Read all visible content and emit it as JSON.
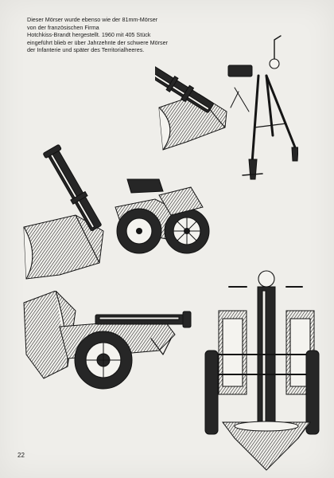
{
  "caption": {
    "lines": [
      "Dieser Mörser wurde ebenso wie der 81mm-Mörser",
      "von der französischen Firma",
      "Hotchkiss-Brandt hergestellt. 1960 mit 405 Stück",
      "eingeführt blieb er über Jahrzehnte der schwere Mörser",
      "der Infanterie und später des Territorialheeres."
    ]
  },
  "page_number": "22",
  "illustrations": [
    "mortar-on-tripod-with-baseplate",
    "mortar-on-wheeled-carriage-firing-position",
    "mortar-on-wheeled-carriage-towed-position",
    "mortar-on-carriage-rear-view"
  ]
}
